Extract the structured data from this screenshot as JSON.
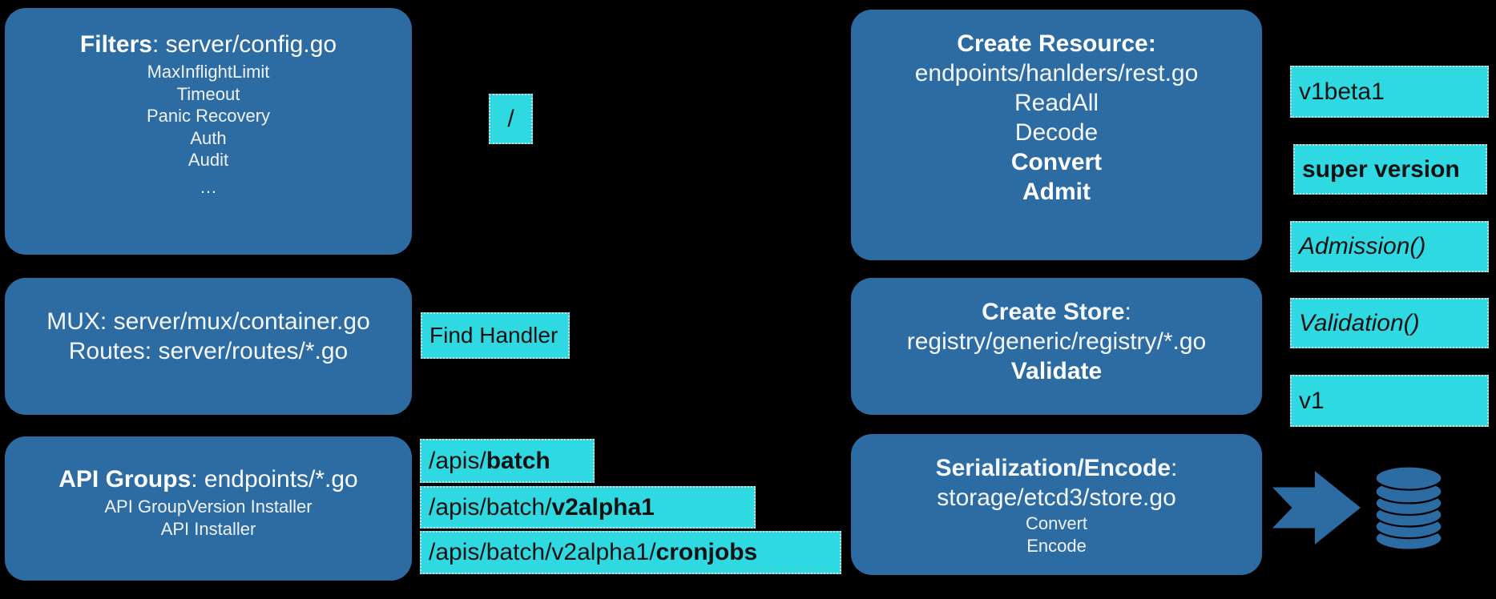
{
  "palette": {
    "background": "#000000",
    "box_blue": "#2d6ba3",
    "highlight_cyan": "#2ed9e2",
    "box_text": "#ffffff",
    "highlight_text": "#121212"
  },
  "left_column": {
    "filters": {
      "title_bold": "Filters",
      "title_rest": ": server/config.go",
      "items": [
        "MaxInflightLimit",
        "Timeout",
        "Panic Recovery",
        "Auth",
        "Audit",
        "…"
      ]
    },
    "mux": {
      "line1_bold": "MUX",
      "line1_rest": ": server/mux/container.go",
      "line2_bold": "Routes",
      "line2_rest": ": server/routes/*.go"
    },
    "api_groups": {
      "title_bold": "API Groups",
      "title_rest": ": endpoints/*.go",
      "items": [
        "API GroupVersion Installer",
        "API Installer"
      ]
    }
  },
  "flow_labels": {
    "root_path": "/",
    "find_handler": "Find Handler",
    "api_path": {
      "prefix": "/apis/",
      "bold": "batch"
    },
    "version_path": {
      "prefix": "/apis/batch/",
      "bold": "v2alpha1"
    },
    "resource_path": {
      "prefix": "/apis/batch/v2alpha1/",
      "bold": "cronjobs"
    }
  },
  "right_column": {
    "create_resource": {
      "title": "Create Resource:",
      "file": "endpoints/hanlders/rest.go",
      "step1": "ReadAll",
      "step2": "Decode",
      "step3": "Convert",
      "step4": "Admit"
    },
    "create_store": {
      "title_bold": "Create Store",
      "title_rest": ":",
      "file": "registry/generic/registry/*.go",
      "step1": "Validate"
    },
    "serialization": {
      "title_bold": "Serialization/Encode",
      "title_rest": ":",
      "file": "storage/etcd3/store.go",
      "step1": "Convert",
      "step2": "Encode"
    }
  },
  "version_tags": [
    {
      "text": "v1beta1",
      "style": "regular"
    },
    {
      "text": "super version",
      "style": "bold"
    },
    {
      "text": "Admission()",
      "style": "italic"
    },
    {
      "text": "Validation()",
      "style": "italic"
    },
    {
      "text": "v1",
      "style": "regular"
    }
  ],
  "icons": {
    "arrow": "flow-arrow-icon",
    "database": "etcd-database-icon"
  }
}
